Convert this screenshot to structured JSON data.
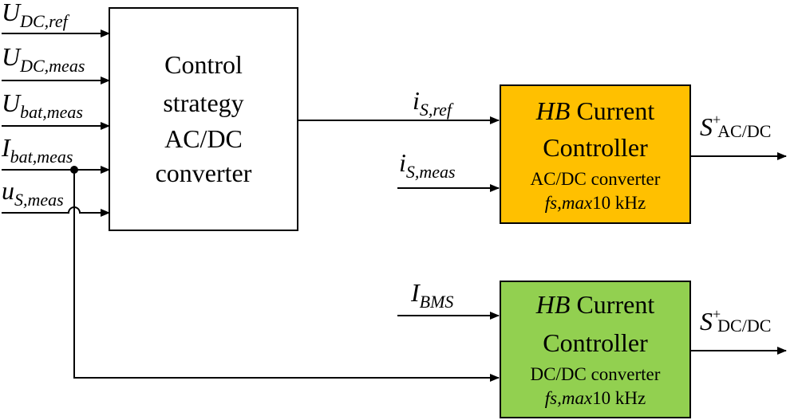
{
  "inputs": {
    "udc_ref": {
      "base": "U",
      "sub": "DC,ref"
    },
    "udc_meas": {
      "base": "U",
      "sub": "DC,meas"
    },
    "ubat_meas": {
      "base": "U",
      "sub": "bat,meas"
    },
    "ibat_meas": {
      "base": "I",
      "sub": "bat,meas"
    },
    "us_meas": {
      "base": "u",
      "sub": "S,meas"
    }
  },
  "control_block": {
    "lines": [
      "Control",
      "strategy",
      "AC/DC",
      "converter"
    ]
  },
  "signals": {
    "is_ref": {
      "base": "i",
      "sub": "S,ref"
    },
    "is_meas": {
      "base": "i",
      "sub": "S,meas"
    },
    "i_bms": {
      "base": "I",
      "sub": "BMS"
    }
  },
  "hb_acdc": {
    "title_em": "HB",
    "title_rest": " Current",
    "title2": "Controller",
    "sub1": "AC/DC converter",
    "freq_em": "fs,max",
    "freq_rest": "10 kHz",
    "color": "#FFC000"
  },
  "hb_dcdc": {
    "title_em": "HB",
    "title_rest": " Current",
    "title2": "Controller",
    "sub1": "DC/DC converter",
    "freq_em": "fs,max",
    "freq_rest": "10 kHz",
    "color": "#92D050"
  },
  "outputs": {
    "s_acdc": {
      "base": "S",
      "sup": "+",
      "sub": "AC/DC"
    },
    "s_dcdc": {
      "base": "S",
      "sup": "+",
      "sub": "DC/DC"
    }
  }
}
